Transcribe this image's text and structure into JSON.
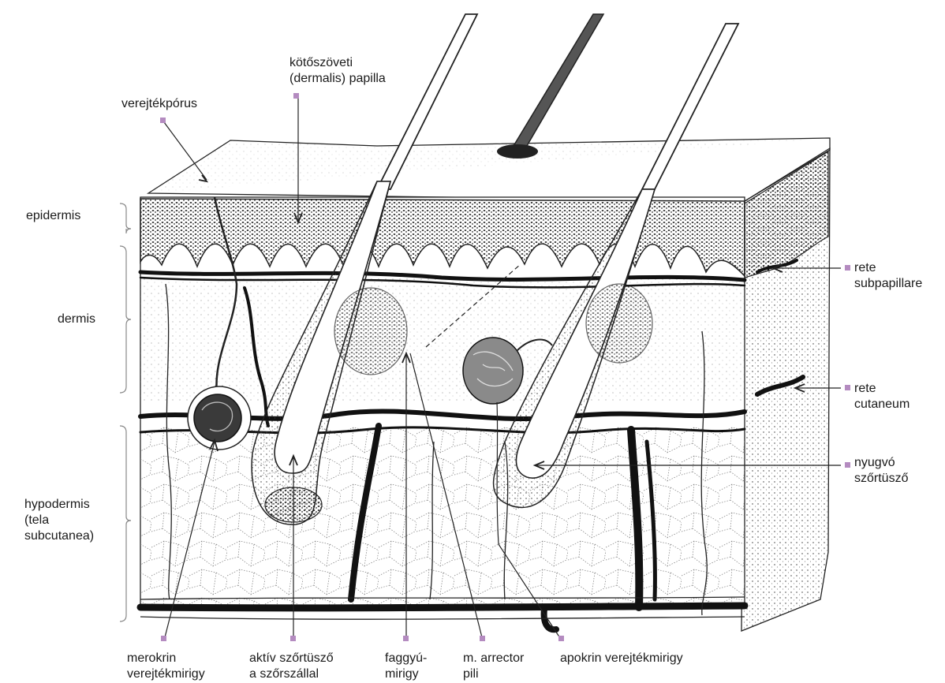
{
  "diagram": {
    "marker_color": "#b48bc0",
    "labels": {
      "papilla": "kötőszöveti\n(dermalis) papilla",
      "pore": "verejtékpórus",
      "epidermis": "epidermis",
      "dermis": "dermis",
      "hypodermis": "hypodermis\n(tela\nsubcutanea)",
      "rete_sub": "rete\nsubpapillare",
      "rete_cut": "rete\ncutaneum",
      "resting": "nyugvó\nszőrtüsző",
      "merokrin": "merokrin\nverejtékmirigy",
      "active": "aktív szőrtüsző\na szőrszállal",
      "faggyu": "faggyú-\nmirigy",
      "arrector": "m. arrector\npili",
      "apokrin": "apokrin verejtékmirigy"
    }
  }
}
